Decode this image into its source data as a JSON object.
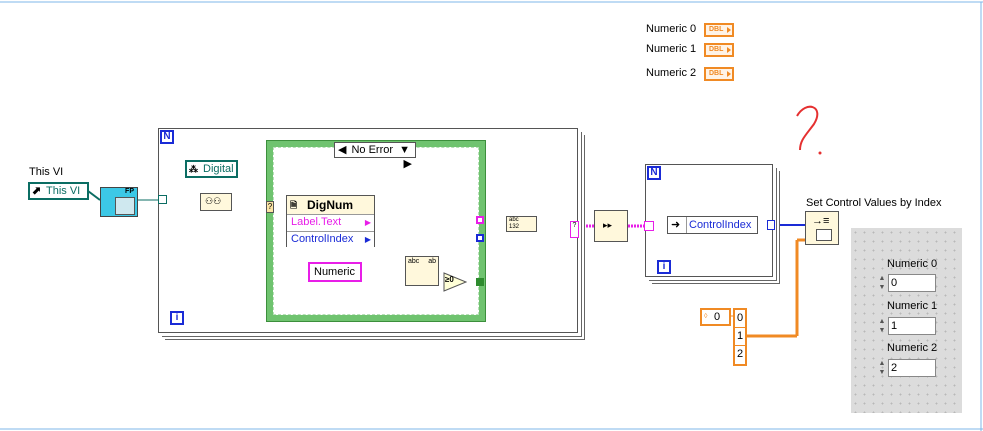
{
  "indicators": [
    {
      "label": "Numeric 0",
      "type": "DBL"
    },
    {
      "label": "Numeric 1",
      "type": "DBL"
    },
    {
      "label": "Numeric 2",
      "type": "DBL"
    }
  ],
  "this_vi": {
    "caption": "This VI",
    "ref_label": "This VI"
  },
  "digital_ref": {
    "label": "Digital"
  },
  "outer_loop": {
    "count_label": "N",
    "iter_label": "i"
  },
  "case_structure": {
    "selector": "No Error"
  },
  "property_node": {
    "class": "DigNum",
    "rows": [
      "Label.Text",
      "ControlIndex"
    ]
  },
  "numeric_const": {
    "label": "Numeric"
  },
  "compare_label": "≥0",
  "inner_loop": {
    "count_label": "N",
    "iter_label": "i",
    "prop": "ControlIndex"
  },
  "set_values": {
    "label": "Set Control Values by Index"
  },
  "annotation": {
    "text": "?"
  },
  "index_array": {
    "scalar": "0",
    "elements": [
      "0",
      "1",
      "2"
    ]
  },
  "front_panel": {
    "controls": [
      {
        "label": "Numeric 0",
        "value": "0"
      },
      {
        "label": "Numeric 1",
        "value": "1"
      },
      {
        "label": "Numeric 2",
        "value": "2"
      }
    ]
  },
  "colors": {
    "dbl": "#f08a24",
    "refnum": "#0b6d63",
    "string": "#e81ee8",
    "int": "#1a2bd6",
    "bool": "#2e8b2e",
    "annotation": "#e53030"
  }
}
